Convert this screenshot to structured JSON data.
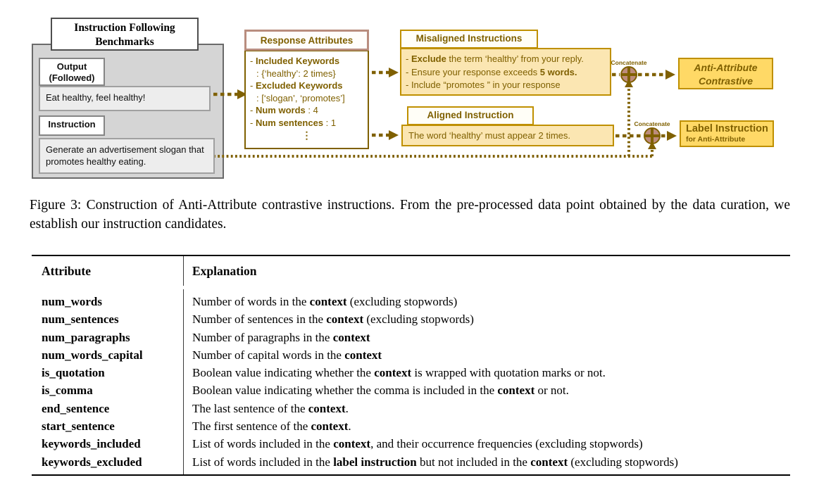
{
  "colors": {
    "accent_dark_olive": "#7f6000",
    "gold_border": "#bf9000",
    "gold_fill": "#ffd966",
    "cream_fill": "#fbe6b2",
    "rose_border": "#b98d7e",
    "rose_circle_fill": "#bd8c7c",
    "container_gray": "#d5d5d5"
  },
  "diagram": {
    "benchmarks": {
      "title": "Instruction Following Benchmarks",
      "output_label": "Output (Followed)",
      "output_text": "Eat healthy, feel healthy!",
      "instruction_label": "Instruction",
      "instruction_text": "Generate an advertisement slogan that promotes healthy eating."
    },
    "response_attributes": {
      "title": "Response Attributes",
      "lines": [
        {
          "text": "- **Included Keywords**",
          "indent": false
        },
        {
          "text": ": {‘healthy’: 2 times}",
          "indent": true
        },
        {
          "text": "- **Excluded Keywords**",
          "indent": false
        },
        {
          "text": ": [‘slogan’, ‘promotes’]",
          "indent": true
        },
        {
          "text": "- **Num words** : 4",
          "indent": false
        },
        {
          "text": "- **Num sentences** : 1",
          "indent": false
        }
      ],
      "ellipsis": "⋮"
    },
    "misaligned": {
      "title": "Misaligned Instructions",
      "lines": [
        "- **Exclude** the term ‘healthy’ from your reply.",
        "- Ensure your response exceeds **5 words.**",
        "- Include “promotes ” in your response"
      ]
    },
    "aligned": {
      "title": "Aligned Instruction",
      "text": "The word ‘healthy’ must appear 2 times."
    },
    "concat_top": {
      "label": "Concatenate"
    },
    "concat_bottom": {
      "label": "Concatenate"
    },
    "outputs": {
      "anti_attribute_contrastive": "Anti-Attribute Contrastive",
      "label_instruction_title": "Label Instruction",
      "label_instruction_subtitle": "for Anti-Attribute"
    }
  },
  "caption": {
    "text": "Figure 3: Construction of Anti-Attribute contrastive instructions. From the pre-processed data point obtained by the data curation, we establish our instruction candidates."
  },
  "table": {
    "headers": {
      "attribute": "Attribute",
      "explanation": "Explanation"
    },
    "rows": [
      {
        "attribute": "num_words",
        "explanation": "Number of words in the **context** (excluding stopwords)"
      },
      {
        "attribute": "num_sentences",
        "explanation": "Number of sentences in the **context** (excluding stopwords)"
      },
      {
        "attribute": "num_paragraphs",
        "explanation": "Number of paragraphs in the **context**"
      },
      {
        "attribute": "num_words_capital",
        "explanation": "Number of capital words in the **context**"
      },
      {
        "attribute": "is_quotation",
        "explanation": "Boolean value indicating whether the **context** is wrapped with quotation marks or not."
      },
      {
        "attribute": "is_comma",
        "explanation": "Boolean value indicating whether the comma is included in the **context** or not."
      },
      {
        "attribute": "end_sentence",
        "explanation": "The last sentence of the **context**."
      },
      {
        "attribute": "start_sentence",
        "explanation": "The first sentence of the **context**."
      },
      {
        "attribute": "keywords_included",
        "explanation": "List of words included in the **context**, and their occurrence frequencies (excluding stopwords)"
      },
      {
        "attribute": "keywords_excluded",
        "explanation": "List of words included in the **label instruction** but not included in the **context** (excluding stopwords)"
      }
    ]
  }
}
